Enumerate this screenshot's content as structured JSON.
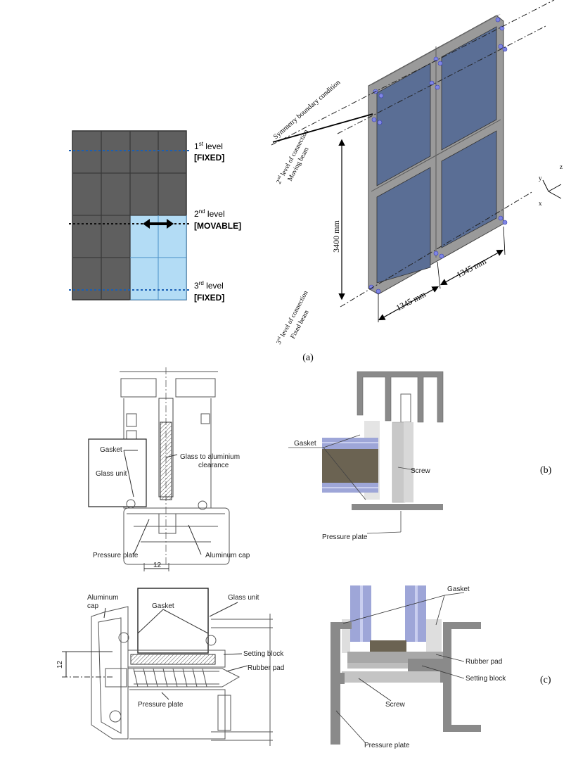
{
  "grid_diagram": {
    "level1": {
      "label": "1st level",
      "ordinal": "1",
      "suffix": "st",
      "word": " level",
      "state": "[FIXED]"
    },
    "level2": {
      "label": "2nd level",
      "ordinal": "2",
      "suffix": "nd",
      "word": " level",
      "state": "[MOVABLE]"
    },
    "level3": {
      "label": "3rd level",
      "ordinal": "3",
      "suffix": "rd",
      "word": " level",
      "state": "[FIXED]"
    },
    "colors": {
      "panel": "#5f5f5f",
      "movable_panel": "#b3dcf5",
      "fixed_line": "#1a5fb4",
      "grid_line": "#3a3a3a"
    }
  },
  "fe_model": {
    "symmetry_label": "Symmetry boundary condition",
    "second_level_line1_ordinal": "2",
    "second_level_line1_suffix": "nd",
    "second_level_line1_text": " level of connection",
    "second_level_line2": "Moving beam",
    "third_level_line1_ordinal": "3",
    "third_level_line1_suffix": "rd",
    "third_level_line1_text": " level of connection",
    "third_level_line2": "Fixed beam",
    "height_dim": "3400 mm",
    "width_dim_1": "1345 mm",
    "width_dim_2": "1345 mm",
    "axes": {
      "z": "z",
      "y": "y",
      "x": "x"
    },
    "colors": {
      "glass": "#5a6e95",
      "frame": "#9a9a9a"
    }
  },
  "captions": {
    "a": "(a)",
    "b": "(b)",
    "c": "(c)"
  },
  "section_b_left": {
    "gasket": "Gasket",
    "glass_unit": "Glass unit",
    "clearance_line1": "Glass to aluminium",
    "clearance_line2": "clearance",
    "pressure_plate": "Pressure plate",
    "aluminum_cap": "Aluminum cap",
    "dim": "12"
  },
  "section_b_right": {
    "gasket": "Gasket",
    "screw": "Screw",
    "pressure_plate": "Pressure plate"
  },
  "section_c_left": {
    "aluminum_cap_line1": "Aluminum",
    "aluminum_cap_line2": "cap",
    "gasket": "Gasket",
    "glass_unit": "Glass unit",
    "setting_block": "Setting block",
    "rubber_pad": "Rubber pad",
    "pressure_plate": "Pressure plate",
    "dim": "12"
  },
  "section_c_right": {
    "gasket": "Gasket",
    "rubber_pad": "Rubber pad",
    "setting_block": "Setting block",
    "screw": "Screw",
    "pressure_plate": "Pressure plate"
  }
}
